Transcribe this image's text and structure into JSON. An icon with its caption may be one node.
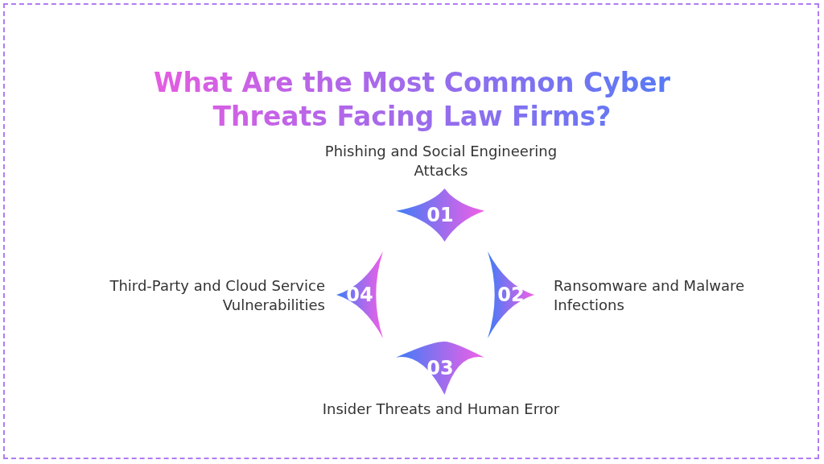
{
  "diagram": {
    "title": "What Are the Most Common Cyber Threats Facing Law Firms?",
    "nodes": [
      {
        "text": [
          "01"
        ],
        "beside": [
          "Phishing and Social Engineering Attacks"
        ]
      },
      {
        "text": [
          "02"
        ],
        "beside": [
          "Ransomware and Malware Infections"
        ]
      },
      {
        "text": [
          "03"
        ],
        "beside": [
          "Insider Threats and Human Error"
        ]
      },
      {
        "text": [
          "04"
        ],
        "beside": [
          "Third-Party and Cloud Service Vulnerabilities"
        ]
      }
    ]
  }
}
